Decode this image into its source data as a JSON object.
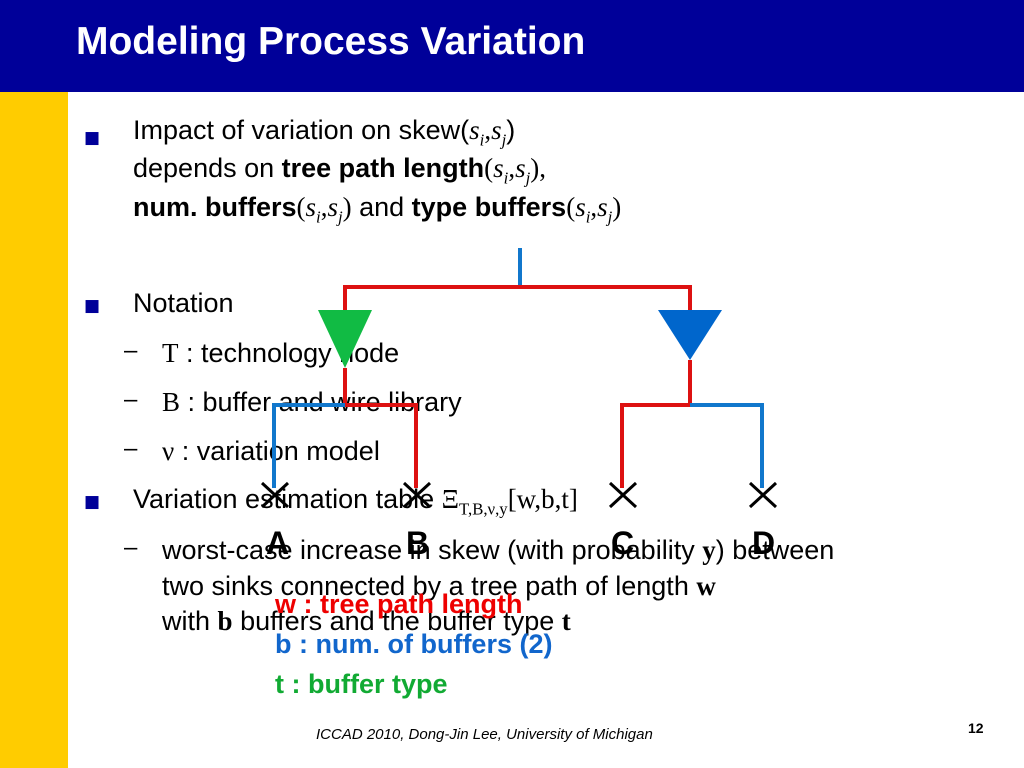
{
  "slide": {
    "title": "Modeling Process Variation",
    "footer": "ICCAD 2010, Dong-Jin Lee, University of Michigan",
    "page_number": "12"
  },
  "colors": {
    "header": "#000099",
    "sidebar": "#ffcc00",
    "bullet": "#000099",
    "wire_red": "#dd1111",
    "wire_blue": "#1177cc",
    "buffer_green": "#11bb44",
    "buffer_blue": "#0066cc",
    "legend_w": "#ee0000",
    "legend_b": "#1166cc",
    "legend_t": "#11aa33"
  },
  "bullets": {
    "b1": {
      "marker": "■",
      "impact_text": "Impact of variation on skew(",
      "s": "s",
      "i": "i",
      "comma": ",",
      "j": "j",
      "close": ")",
      "depends_text": "depends on ",
      "tree_path_length": "tree path length",
      "open": "(",
      "close_comma": "),",
      "num_buffers": "num. buffers",
      "and_text": " and ",
      "type_buffers": "type buffers"
    },
    "b2": {
      "marker": "■",
      "label": "Notation",
      "items": [
        {
          "dash": "–",
          "symbol": "T",
          "text": " : technology node"
        },
        {
          "dash": "–",
          "symbol": "B",
          "text": " : buffer and wire library"
        },
        {
          "dash": "–",
          "symbol": "ν",
          "text": " : variation model"
        }
      ]
    },
    "b3": {
      "marker": "■",
      "text": "Variation estimation table ",
      "xi": "Ξ",
      "xi_sub": "T,B,ν,y",
      "args": "[w,b,t]",
      "sub": {
        "dash": "–",
        "line1_text": "worst-case increase in skew (with probability ",
        "y": "y",
        "line1_end": ") between",
        "line2_text": "two sinks connected by a tree path of length ",
        "w": "w",
        "line3_start": "with ",
        "b": "b",
        "line3_mid": " buffers and the buffer type ",
        "t": "t"
      }
    }
  },
  "diagram": {
    "sinks": [
      "A",
      "B",
      "C",
      "D"
    ],
    "sink_marker": "×",
    "legend": {
      "w": "w : tree path length",
      "b": "b : num. of buffers (2)",
      "t": "t : buffer type"
    }
  }
}
